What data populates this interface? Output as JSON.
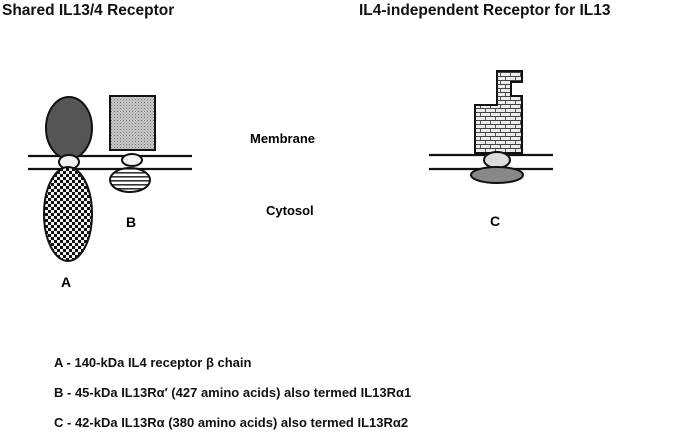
{
  "titles": {
    "left": "Shared IL13/4 Receptor",
    "right": "IL4-independent Receptor for IL13"
  },
  "labels": {
    "membrane": "Membrane",
    "cytosol": "Cytosol",
    "a": "A",
    "b": "B",
    "c": "C"
  },
  "legend": {
    "a": "A - 140-kDa IL4 receptor β chain",
    "b": "B - 45-kDa IL13Rα′  (427 amino acids) also termed IL13Rα1",
    "c": "C - 42-kDa IL13Rα  (380 amino acids) also termed IL13Rα2"
  }
}
